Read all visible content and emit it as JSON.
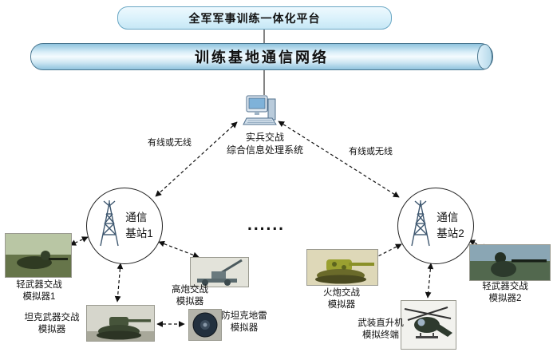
{
  "platform_title": "全军军事训练一体化平台",
  "network_label": "训练基地通信网络",
  "processing_system": {
    "line1": "实兵交战",
    "line2": "综合信息处理系统"
  },
  "links": {
    "left_label": "有线或无线",
    "right_label": "有线或无线"
  },
  "stations": {
    "left": {
      "line1": "通信",
      "line2": "基站1"
    },
    "right": {
      "line1": "通信",
      "line2": "基站2"
    }
  },
  "ellipsis": "......",
  "simulators": {
    "light1": {
      "line1": "轻武器交战",
      "line2": "模拟器1"
    },
    "tank": {
      "line1": "坦克武器交战",
      "line2": "模拟器"
    },
    "aagun": {
      "line1": "高炮交战",
      "line2": "模拟器"
    },
    "mine": {
      "line1": "防坦克地雷",
      "line2": "模拟器"
    },
    "artillery": {
      "line1": "火炮交战",
      "line2": "模拟器"
    },
    "helicopter": {
      "line1": "武装直升机",
      "line2": "模拟终端"
    },
    "light2": {
      "line1": "轻武器交战",
      "line2": "模拟器2"
    }
  },
  "colors": {
    "pipe_fill": "#bfe0f0",
    "pipe_border": "#49768f",
    "title_fill": "#d9f1fb",
    "line_color": "#111111"
  }
}
